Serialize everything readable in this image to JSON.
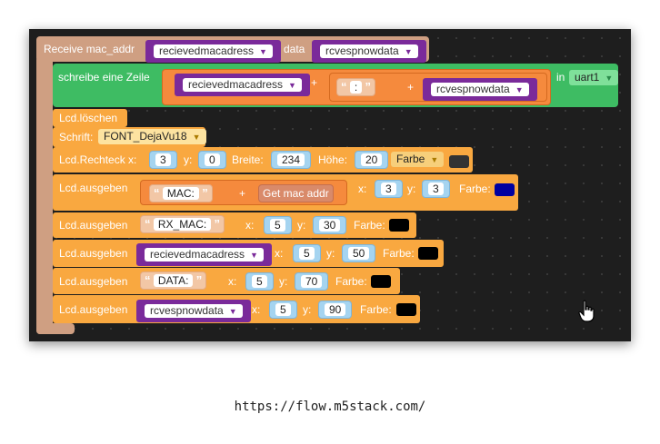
{
  "event": {
    "label_receive": "Receive mac_addr",
    "var_mac": "recievedmacadress",
    "label_data": "data",
    "var_data": "rcvespnowdata"
  },
  "write_line": {
    "label": "schreibe eine Zeile",
    "var_mac": "recievedmacadress",
    "sep_text": ":",
    "var_data": "rcvespnowdata",
    "in_label": "in",
    "uart": "uart1"
  },
  "lcd_clear": {
    "label": "Lcd.löschen"
  },
  "font": {
    "label": "Schrift:",
    "value": "FONT_DejaVu18"
  },
  "rect": {
    "label": "Lcd.Rechteck x:",
    "x": "3",
    "y_label": "y:",
    "y": "0",
    "w_label": "Breite:",
    "w": "234",
    "h_label": "Höhe:",
    "h": "20",
    "color_label": "Farbe",
    "color": "#333333"
  },
  "out1": {
    "label": "Lcd.ausgeben",
    "text": "MAC:",
    "join_label": "Get mac addr",
    "x_label": "x:",
    "x": "3",
    "y_label": "y:",
    "y": "3",
    "color_label": "Farbe:",
    "color": "#0000a0"
  },
  "out2": {
    "label": "Lcd.ausgeben",
    "text": "RX_MAC:",
    "x_label": "x:",
    "x": "5",
    "y_label": "y:",
    "y": "30",
    "color_label": "Farbe:",
    "color": "#000000"
  },
  "out3": {
    "label": "Lcd.ausgeben",
    "var": "recievedmacadress",
    "x_label": "x:",
    "x": "5",
    "y_label": "y:",
    "y": "50",
    "color_label": "Farbe:",
    "color": "#000000"
  },
  "out4": {
    "label": "Lcd.ausgeben",
    "text": "DATA:",
    "x_label": "x:",
    "x": "5",
    "y_label": "y:",
    "y": "70",
    "color_label": "Farbe:",
    "color": "#000000"
  },
  "out5": {
    "label": "Lcd.ausgeben",
    "var": "rcvespnowdata",
    "x_label": "x:",
    "x": "5",
    "y_label": "y:",
    "y": "90",
    "color_label": "Farbe:",
    "color": "#000000"
  },
  "quote_open": "“",
  "quote_close": "”",
  "arrow": "▼",
  "plus": "+",
  "footer_url": "https://flow.m5stack.com/"
}
